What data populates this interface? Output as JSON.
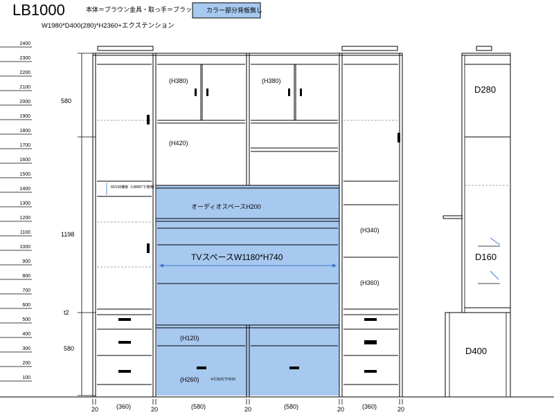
{
  "header": {
    "model": "LB1000",
    "body_color": "本体＝ブラウン",
    "hardware": "金具・取っ手＝ブラック",
    "legend_text": "カラー部分背板無し",
    "size": "W1980*D400(280)*H2360+エクステンション"
  },
  "colors": {
    "highlight": "#a7c8ef",
    "line": "#000000"
  },
  "scale": {
    "ticks": [
      "2400",
      "2300",
      "2200",
      "2100",
      "2000",
      "1900",
      "1800",
      "1700",
      "1600",
      "1500",
      "1400",
      "1300",
      "1200",
      "1100",
      "1000",
      "900",
      "800",
      "700",
      "600",
      "500",
      "400",
      "300",
      "200",
      "100"
    ]
  },
  "left_dims": {
    "upper": "580",
    "middle": "1198",
    "t2": "t2",
    "lower": "580"
  },
  "front": {
    "h380_left": "(H380)",
    "h380_right": "(H380)",
    "h420": "(H420)",
    "audio": "オーディオスペースH200",
    "tv": "TVスペースW1180*H740",
    "h340": "(H340)",
    "h360": "(H360)",
    "h120": "(H120)",
    "h260": "(H260)",
    "note_small": "※引出内寸H220",
    "note_tiny": "60/100棚板（LBM07で使用）"
  },
  "bottom_dims": {
    "w20": "20",
    "w360": "(360)",
    "w580": "(580)"
  },
  "side": {
    "d280": "D280",
    "d160": "D160",
    "d400": "D400"
  }
}
